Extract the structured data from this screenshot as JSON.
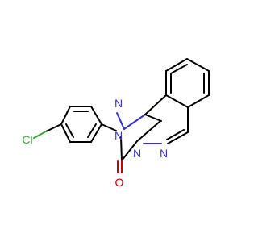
{
  "molecule": {
    "atoms": {
      "cl": {
        "symbol": "Cl",
        "color": "#33aa33"
      },
      "n_pyrazole_top": {
        "symbol": "N",
        "color": "#3333cc"
      },
      "n_pyrazole_left": {
        "symbol": "N",
        "color": "#3333cc"
      },
      "n_bridge": {
        "symbol": "N",
        "color": "#3333cc"
      },
      "n_lower": {
        "symbol": "N",
        "color": "#3333cc"
      },
      "o_carbonyl": {
        "symbol": "O",
        "color": "#cc0000"
      }
    },
    "bond_color": "#000000"
  }
}
